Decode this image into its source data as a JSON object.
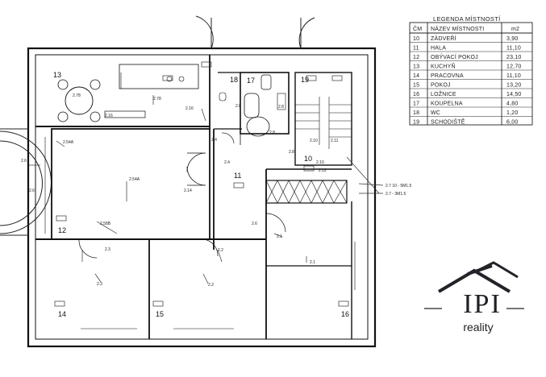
{
  "legend": {
    "title": "LEGENDA MÍSTNOSTÍ",
    "headers": [
      "ČM",
      "NÁZEV MÍSTNOSTI",
      "m2"
    ],
    "rows": [
      [
        "10",
        "ZÁDVEŘÍ",
        "3,90"
      ],
      [
        "11",
        "HALA",
        "11,10"
      ],
      [
        "12",
        "OBÝVACÍ POKOJ",
        "23,10"
      ],
      [
        "13",
        "KUCHYŇ",
        "12,70"
      ],
      [
        "14",
        "PRACOVNA",
        "11,10"
      ],
      [
        "15",
        "POKOJ",
        "13,20"
      ],
      [
        "16",
        "LOŽNICE",
        "14,50"
      ],
      [
        "17",
        "KOUPELNA",
        "4,80"
      ],
      [
        "18",
        "WC",
        "1,20"
      ],
      [
        "19",
        "SCHODIŠTĚ",
        "6,00"
      ]
    ]
  },
  "rooms": [
    {
      "num": "10"
    },
    {
      "num": "11"
    },
    {
      "num": "12"
    },
    {
      "num": "13"
    },
    {
      "num": "14"
    },
    {
      "num": "15"
    },
    {
      "num": "16"
    },
    {
      "num": "17"
    },
    {
      "num": "18"
    },
    {
      "num": "19"
    }
  ],
  "logo": {
    "mark": "IPI",
    "sub": "reality"
  }
}
